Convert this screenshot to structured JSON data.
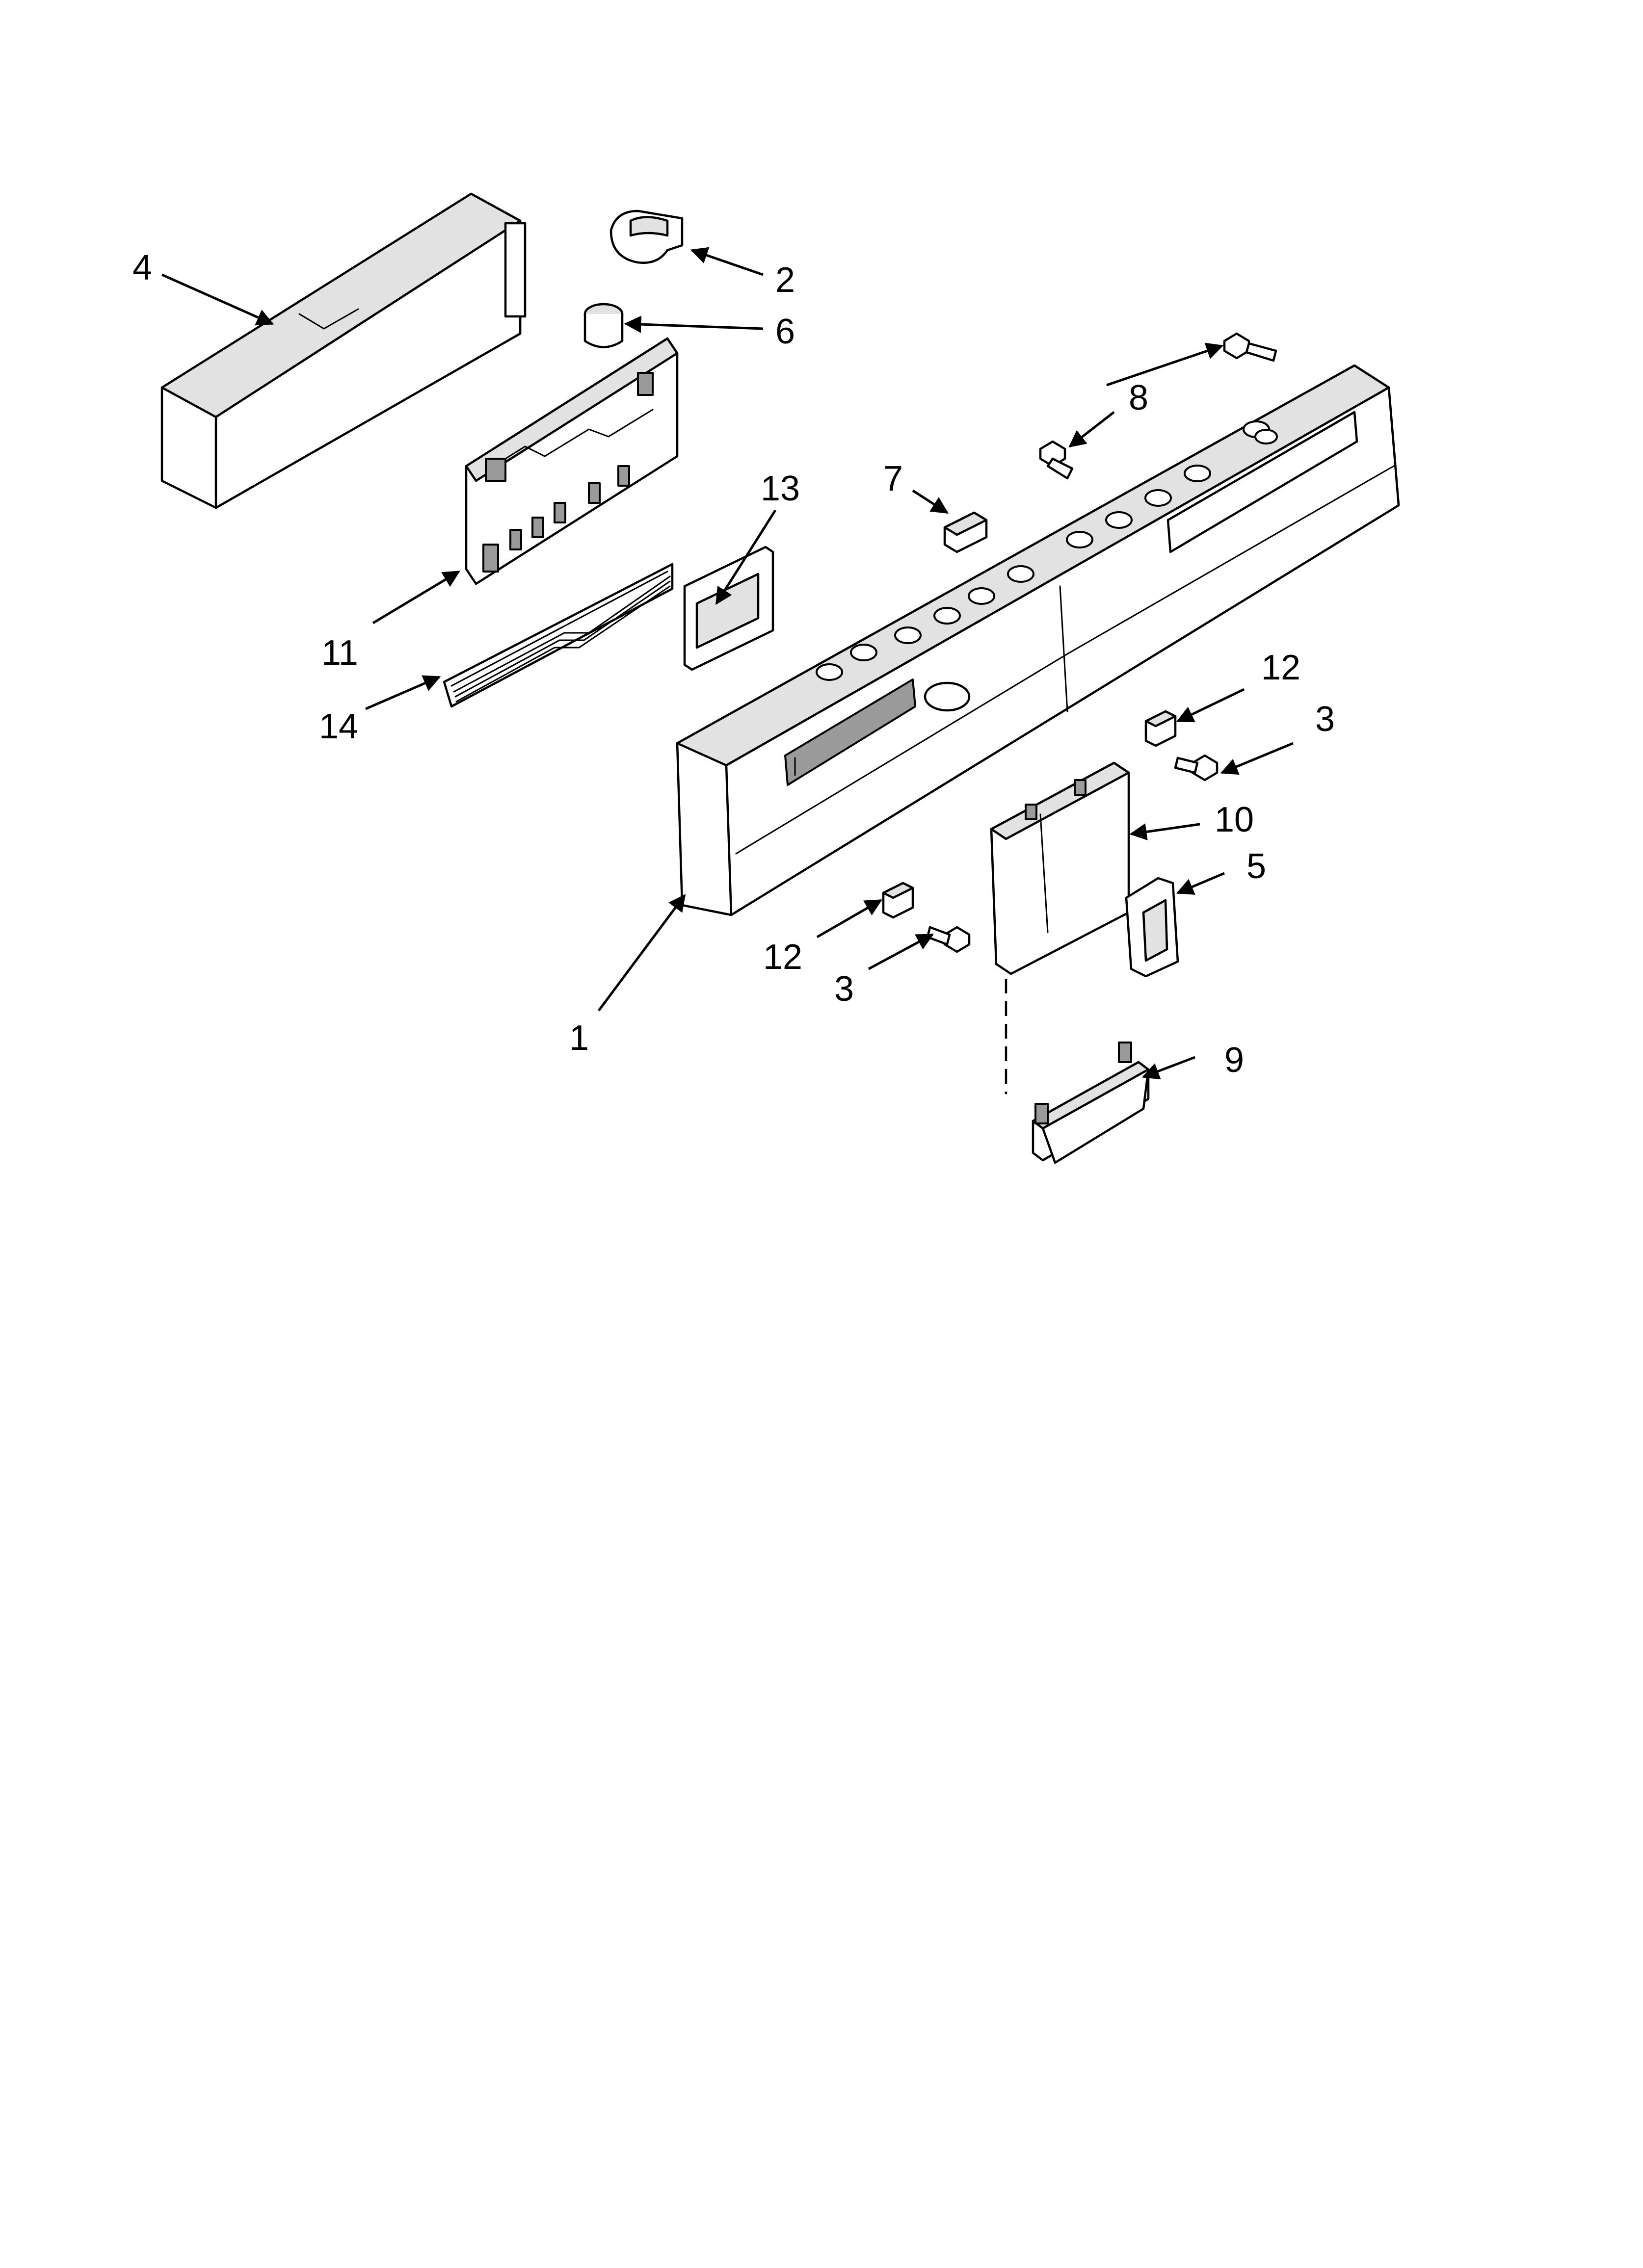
{
  "callouts": {
    "c1": "1",
    "c2": "2",
    "c3a": "3",
    "c3b": "3",
    "c4": "4",
    "c5": "5",
    "c6": "6",
    "c7": "7",
    "c8": "8",
    "c9": "9",
    "c10": "10",
    "c11": "11",
    "c12a": "12",
    "c12b": "12",
    "c13": "13",
    "c14": "14"
  },
  "colors": {
    "line": "#000000",
    "background": "#ffffff",
    "shading": "#e2e2e2"
  }
}
